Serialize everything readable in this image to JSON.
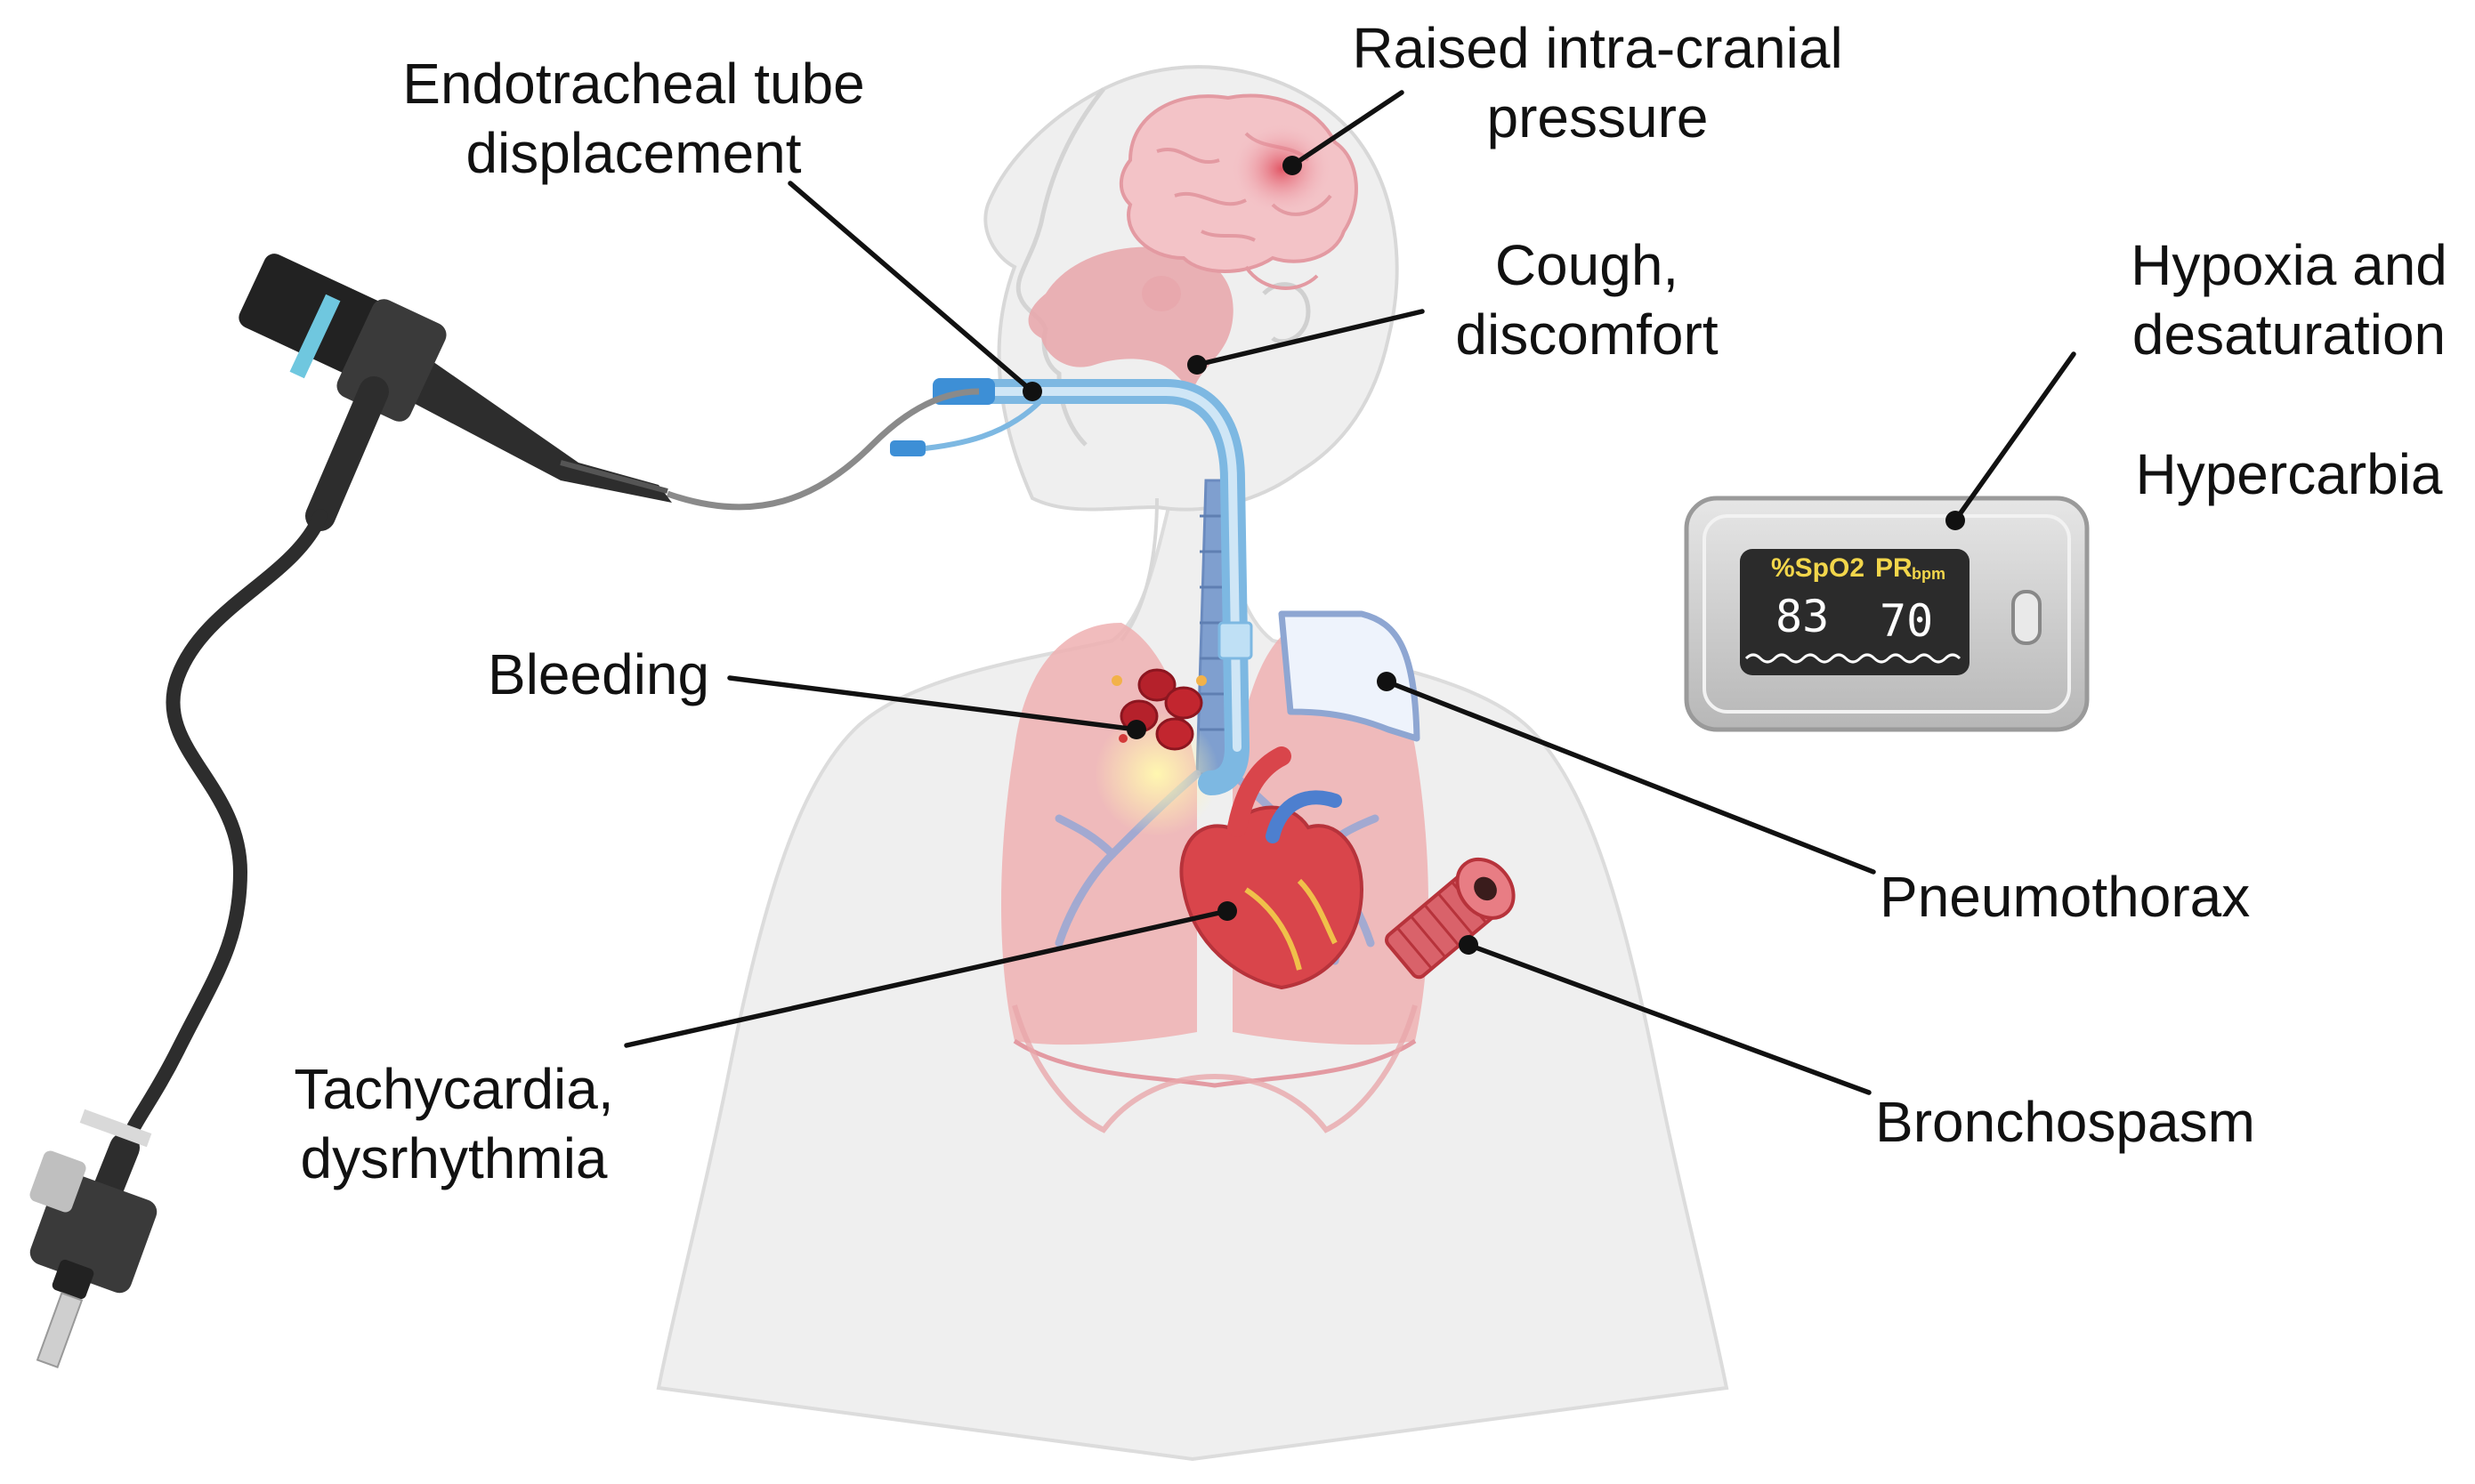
{
  "labels": {
    "ett_line1": "Endotracheal tube",
    "ett_line2": "displacement",
    "icp_line1": "Raised intra-cranial",
    "icp_line2": "pressure",
    "cough_line1": "Cough,",
    "cough_line2": "discomfort",
    "hypoxia_line1": "Hypoxia and",
    "hypoxia_line2": "desaturation",
    "hypercarbia": "Hypercarbia",
    "bleeding": "Bleeding",
    "pneumothorax": "Pneumothorax",
    "tachy_line1": "Tachycardia,",
    "tachy_line2": "dysrhythmia",
    "bronchospasm": "Bronchospasm"
  },
  "oximeter": {
    "spo2_label": "%SpO2",
    "spo2_value": "83",
    "pr_label": "PR",
    "pr_unit": "bpm",
    "pr_value": "70"
  },
  "colors": {
    "body": "#eeeeee",
    "lungs": "#efb0b2",
    "tube": "#8ec6ea",
    "trachea": "#7f9fcf",
    "heart": "#d9454b",
    "scope": "#2d2d2d"
  }
}
